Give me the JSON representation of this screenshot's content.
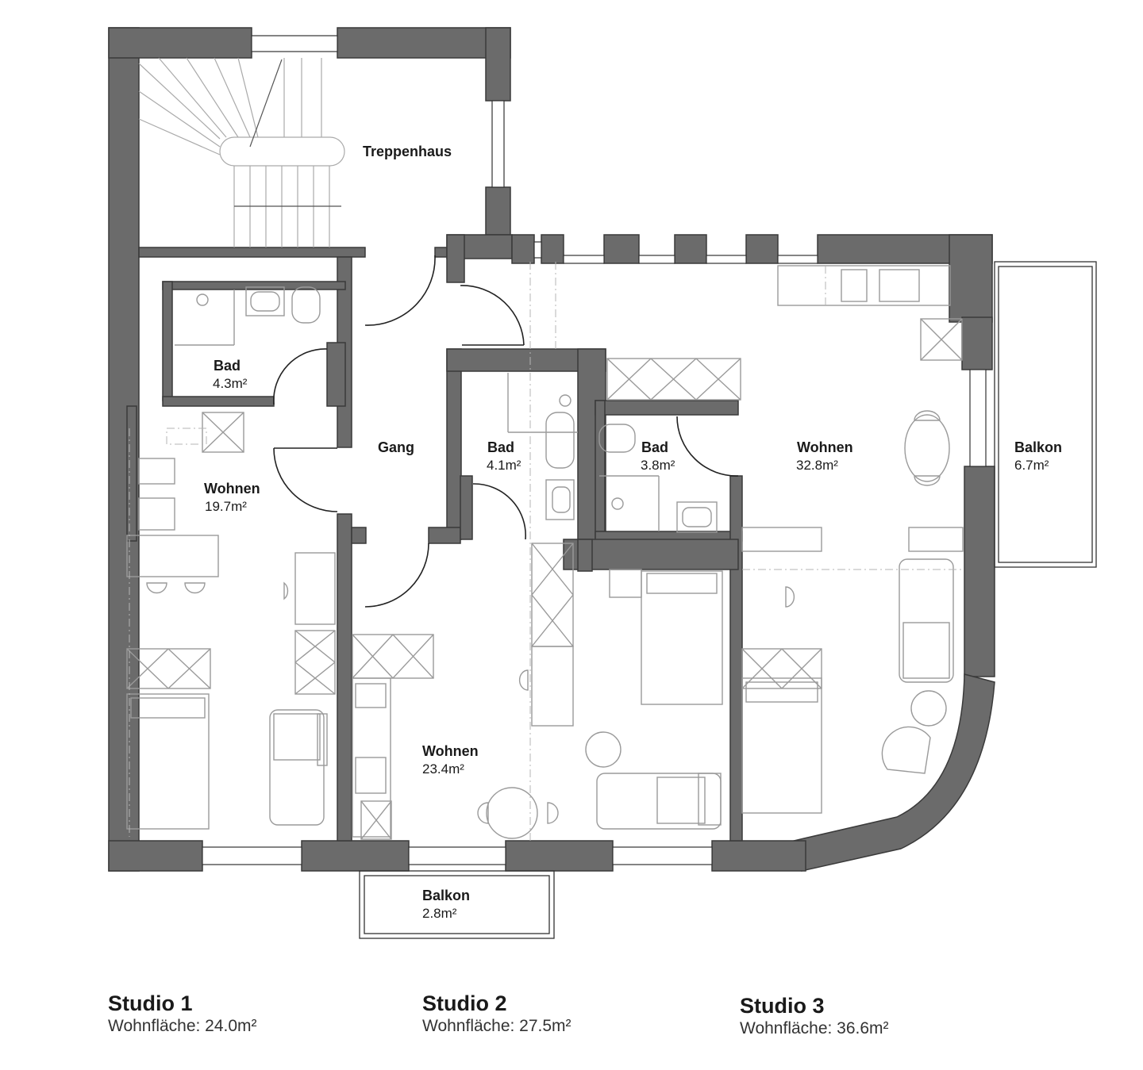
{
  "rooms": {
    "treppenhaus": {
      "name": "Treppenhaus"
    },
    "gang": {
      "name": "Gang"
    },
    "bad1": {
      "name": "Bad",
      "area": "4.3m²"
    },
    "bad2": {
      "name": "Bad",
      "area": "4.1m²"
    },
    "bad3": {
      "name": "Bad",
      "area": "3.8m²"
    },
    "wohnen1": {
      "name": "Wohnen",
      "area": "19.7m²"
    },
    "wohnen2": {
      "name": "Wohnen",
      "area": "23.4m²"
    },
    "wohnen3": {
      "name": "Wohnen",
      "area": "32.8m²"
    },
    "balkon_east": {
      "name": "Balkon",
      "area": "6.7m²"
    },
    "balkon_south": {
      "name": "Balkon",
      "area": "2.8m²"
    }
  },
  "studios": [
    {
      "title": "Studio 1",
      "area": "Wohnfläche: 24.0m²"
    },
    {
      "title": "Studio 2",
      "area": "Wohnfläche: 27.5m²"
    },
    {
      "title": "Studio 3",
      "area": "Wohnfläche: 36.6m²"
    }
  ],
  "colors": {
    "wall": "#6b6b6b",
    "wall_edge": "#3a3a3a",
    "furniture": "#9a9a9a"
  }
}
